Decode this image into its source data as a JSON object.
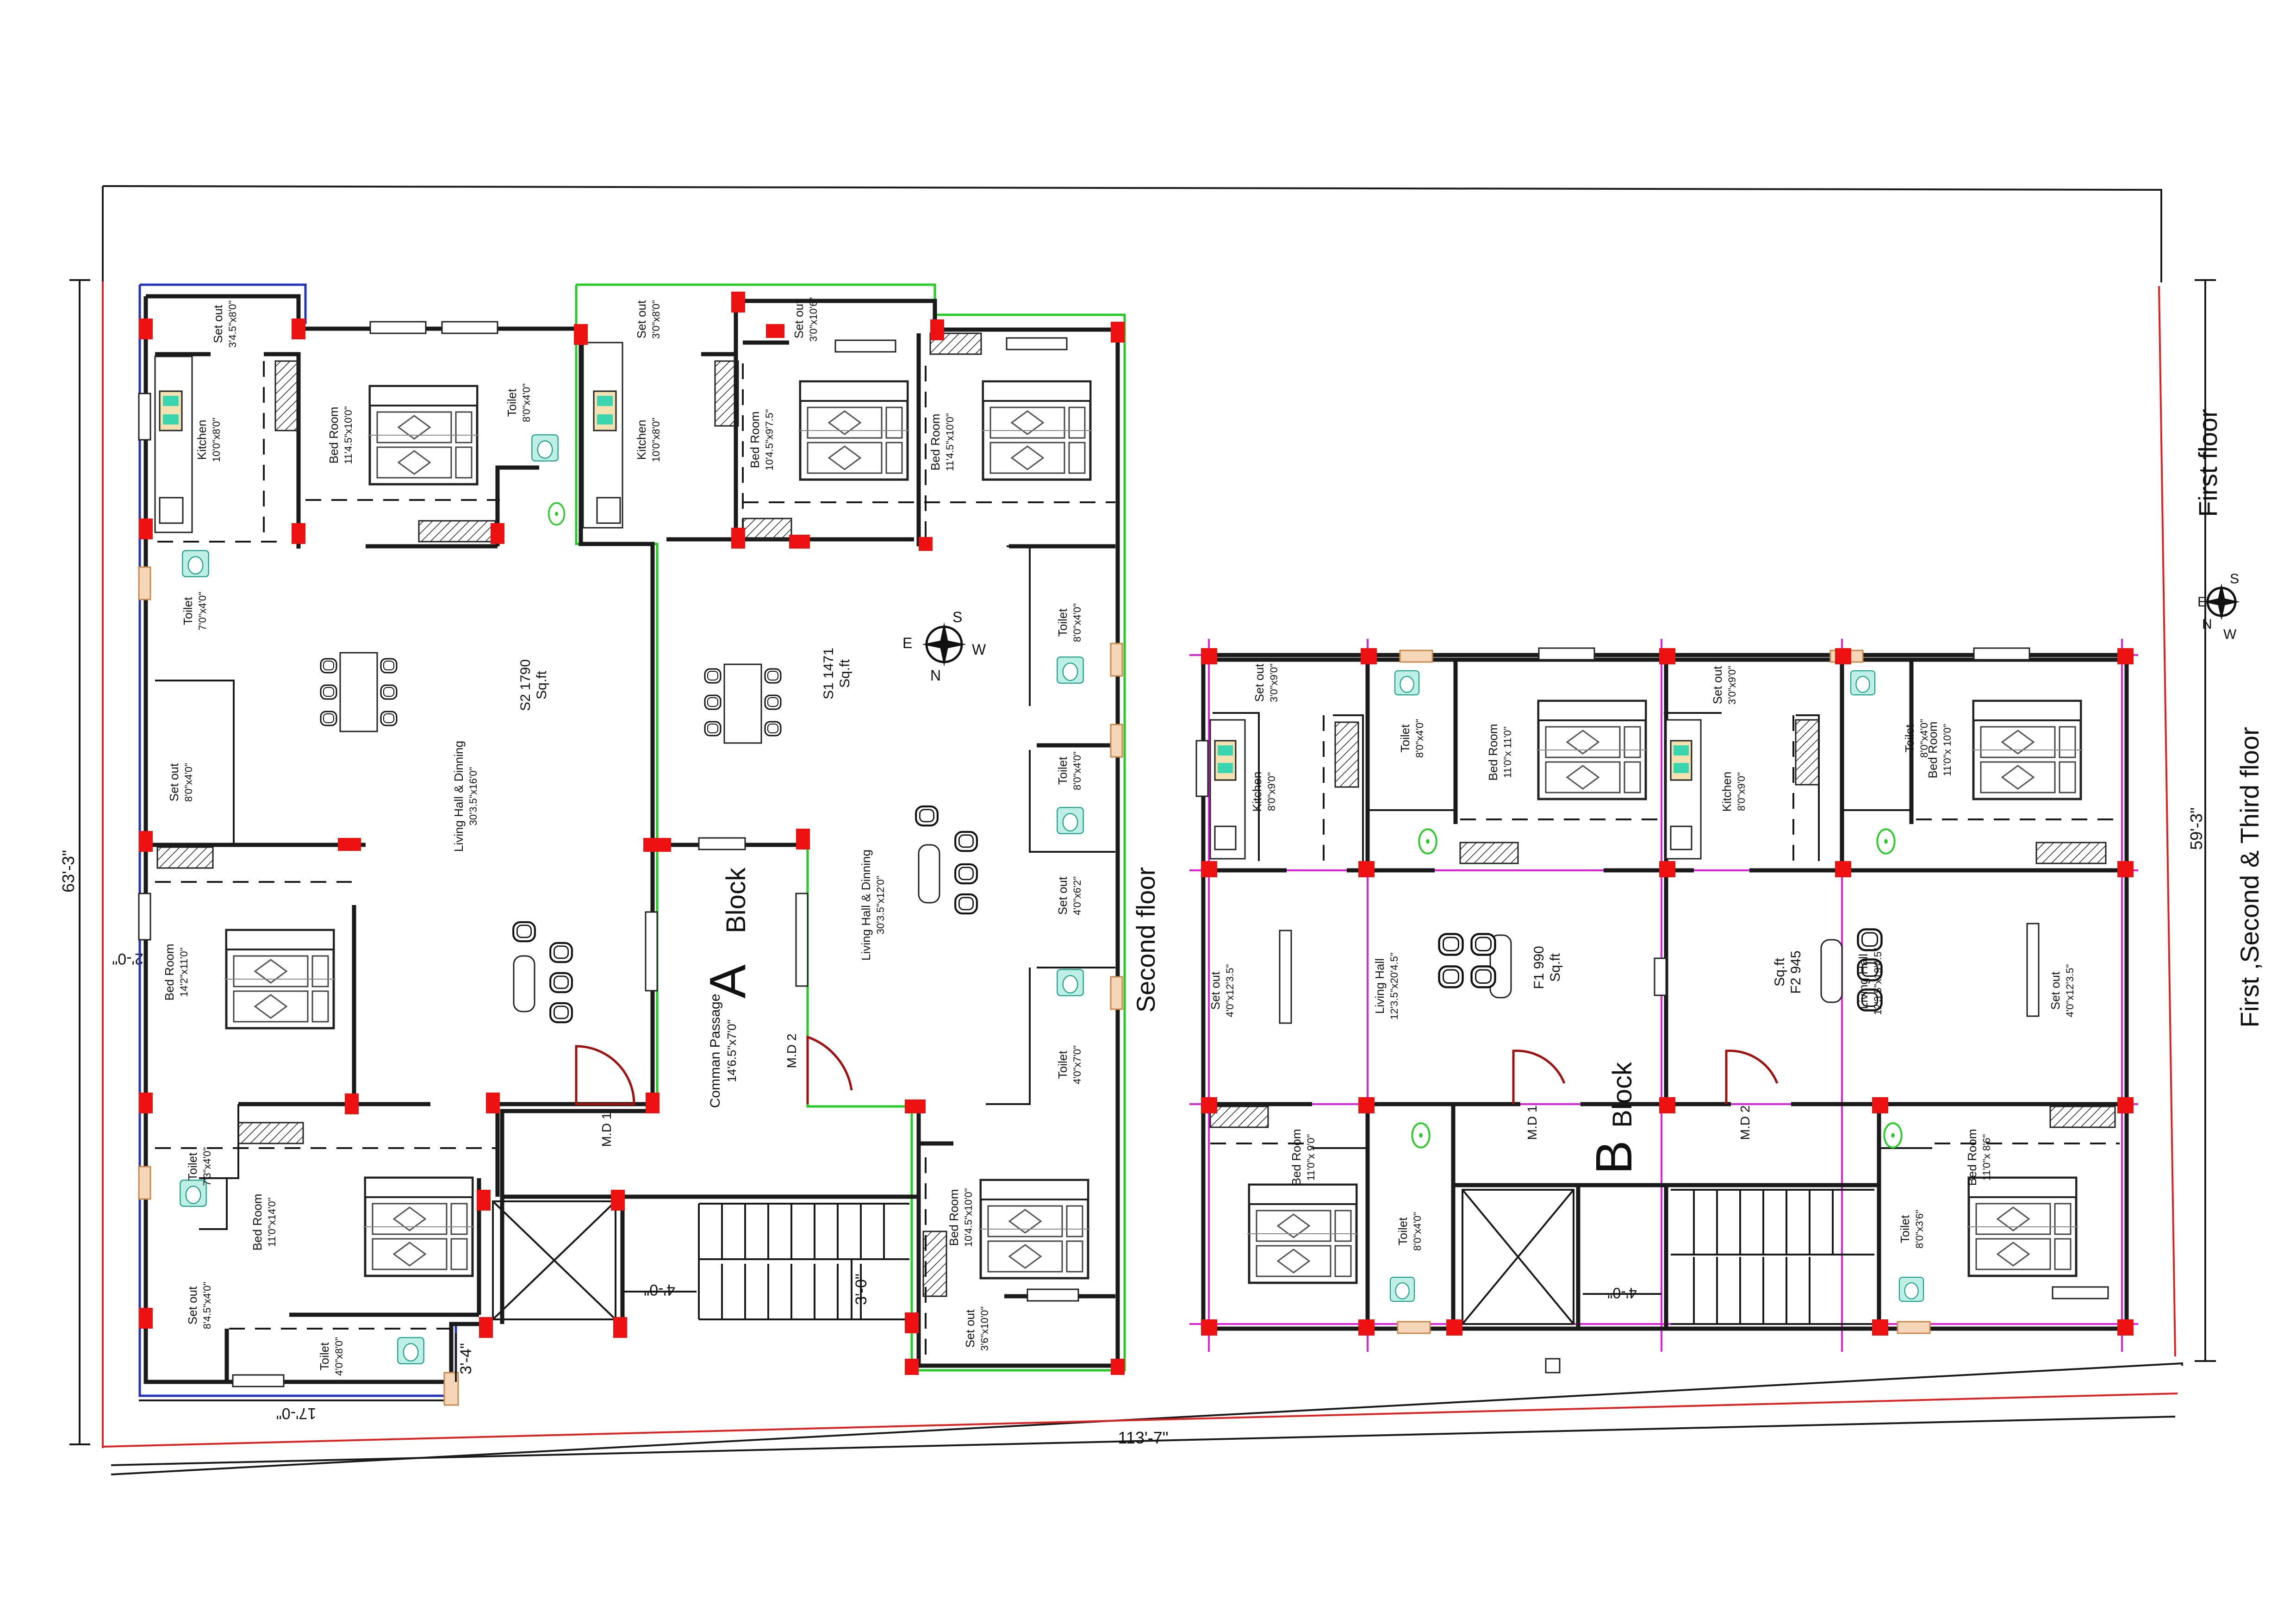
{
  "dimensions": {
    "overall_width": "113'-7\"",
    "left_depth": "63'-3\"",
    "right_depth": "59'-3\"",
    "side_offset": "2'-0\"",
    "a_block_left_width": "17'-0\"",
    "a_block_stair_offset": "3'-4\"",
    "stair_landing": "4'-0\"",
    "stair_step": "3'-0\"",
    "b_block_landing": "4'-0\""
  },
  "floor_labels": {
    "a_block": "Second floor",
    "b_block_first": "First floor",
    "b_block_other": "First ,Second & Third floor"
  },
  "compass": {
    "n": "N",
    "s": "S",
    "e": "E",
    "w": "W"
  },
  "a_block": {
    "letter": "A",
    "word": "Block",
    "passage": {
      "name": "Comman Passage",
      "size": "14'6.5\"x7'0\""
    },
    "md1": "M.D 1",
    "md2": "M.D 2",
    "s2": {
      "area_code": "S2 1790",
      "area_unit": "Sq.ft",
      "rooms": [
        {
          "name": "Set out",
          "size": "3'4.5\"x8'0\""
        },
        {
          "name": "Kitchen",
          "size": "10'0\"x8'0\""
        },
        {
          "name": "Bed Room",
          "size": "11'4.5\"x10'0\""
        },
        {
          "name": "Toilet",
          "size": "8'0\"x4'0\""
        },
        {
          "name": "Toilet",
          "size": "7'0\"x4'0\""
        },
        {
          "name": "Set out",
          "size": "8'0\"x4'0\""
        },
        {
          "name": "Living Hall & Dinning",
          "size": "30'3.5\"x16'0\""
        },
        {
          "name": "Bed Room",
          "size": "14'2\"x11'0\""
        },
        {
          "name": "Toilet",
          "size": "7'3\"x4'0\""
        },
        {
          "name": "Bed Room",
          "size": "11'0\"x14'0\""
        },
        {
          "name": "Set out",
          "size": "8'4.5\"x4'0\""
        },
        {
          "name": "Toilet",
          "size": "4'0\"x8'0\""
        }
      ]
    },
    "s1": {
      "area_code": "S1 1471",
      "area_unit": "Sq.ft",
      "rooms": [
        {
          "name": "Set out",
          "size": "3'0\"x8'0\""
        },
        {
          "name": "Set out",
          "size": "3'0\"x10'6\""
        },
        {
          "name": "Kitchen",
          "size": "10'0\"x8'0\""
        },
        {
          "name": "Bed Room",
          "size": "10'4.5\"x9'7.5\""
        },
        {
          "name": "Bed Room",
          "size": "11'4.5\"x10'0\""
        },
        {
          "name": "Toilet",
          "size": "8'0\"x4'0\""
        },
        {
          "name": "Toilet",
          "size": "8'0\"x4'0\""
        },
        {
          "name": "Living Hall & Dinning",
          "size": "30'3.5\"x12'0\""
        },
        {
          "name": "Set out",
          "size": "4'0\"x6'2\""
        },
        {
          "name": "Toilet",
          "size": "4'0\"x7'0\""
        },
        {
          "name": "Bed Room",
          "size": "10'4.5\"x10'0\""
        },
        {
          "name": "Set out",
          "size": "3'6\"x10'0\""
        }
      ]
    }
  },
  "b_block": {
    "letter": "B",
    "word": "Block",
    "md1": "M.D 1",
    "md2": "M.D 2",
    "f1": {
      "area_code": "F1 990",
      "area_unit": "Sq.ft",
      "rooms": [
        {
          "name": "Set out",
          "size": "3'0\"x9'0\""
        },
        {
          "name": "Kitchen",
          "size": "8'0\"x9'0\""
        },
        {
          "name": "Toilet",
          "size": "8'0\"x4'0\""
        },
        {
          "name": "Bed Room",
          "size": "11'0\"x 11'0\""
        },
        {
          "name": "Set out",
          "size": "4'0\"x12'3.5\""
        },
        {
          "name": "Living Hall",
          "size": "12'3.5\"x20'4.5\""
        },
        {
          "name": "Bed Room",
          "size": "11'0\"x 9'0\""
        },
        {
          "name": "Toilet",
          "size": "8'0\"x4'0\""
        }
      ]
    },
    "f2": {
      "area_code": "F2 945",
      "area_unit": "Sq.ft",
      "rooms": [
        {
          "name": "Set out",
          "size": "3'0\"x9'0\""
        },
        {
          "name": "Kitchen",
          "size": "8'0\"x9'0\""
        },
        {
          "name": "Toilet",
          "size": "8'0\"x4'0\""
        },
        {
          "name": "Bed Room",
          "size": "11'0\"x 10'0\""
        },
        {
          "name": "Living Hall",
          "size": "12'3.5\"x19'4.5\""
        },
        {
          "name": "Set out",
          "size": "4'0\"x12'3.5\""
        },
        {
          "name": "Bed Room",
          "size": "11'0\"x 8'6\""
        },
        {
          "name": "Toilet",
          "size": "8'0\"x3'6\""
        }
      ]
    }
  },
  "colors": {
    "wall": "#1a1a1a",
    "column": "#ee1111",
    "plot_line": "#dd2222",
    "blue_outline": "#2233bb",
    "green_outline": "#22cc22",
    "grid_marker": "#e020e0",
    "sanitary": "#0d9c86"
  }
}
